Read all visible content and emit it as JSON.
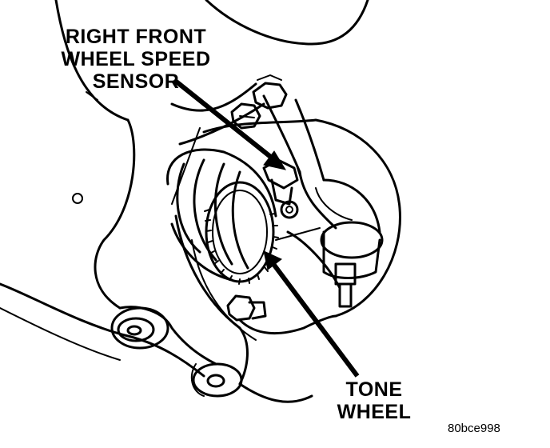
{
  "labels": {
    "sensor_lines": [
      "RIGHT FRONT",
      "WHEEL SPEED",
      "SENSOR"
    ],
    "tone_lines": [
      "TONE",
      "WHEEL"
    ]
  },
  "figure_id": "80bce998",
  "colors": {
    "ink": "#000000",
    "paper": "#ffffff"
  }
}
